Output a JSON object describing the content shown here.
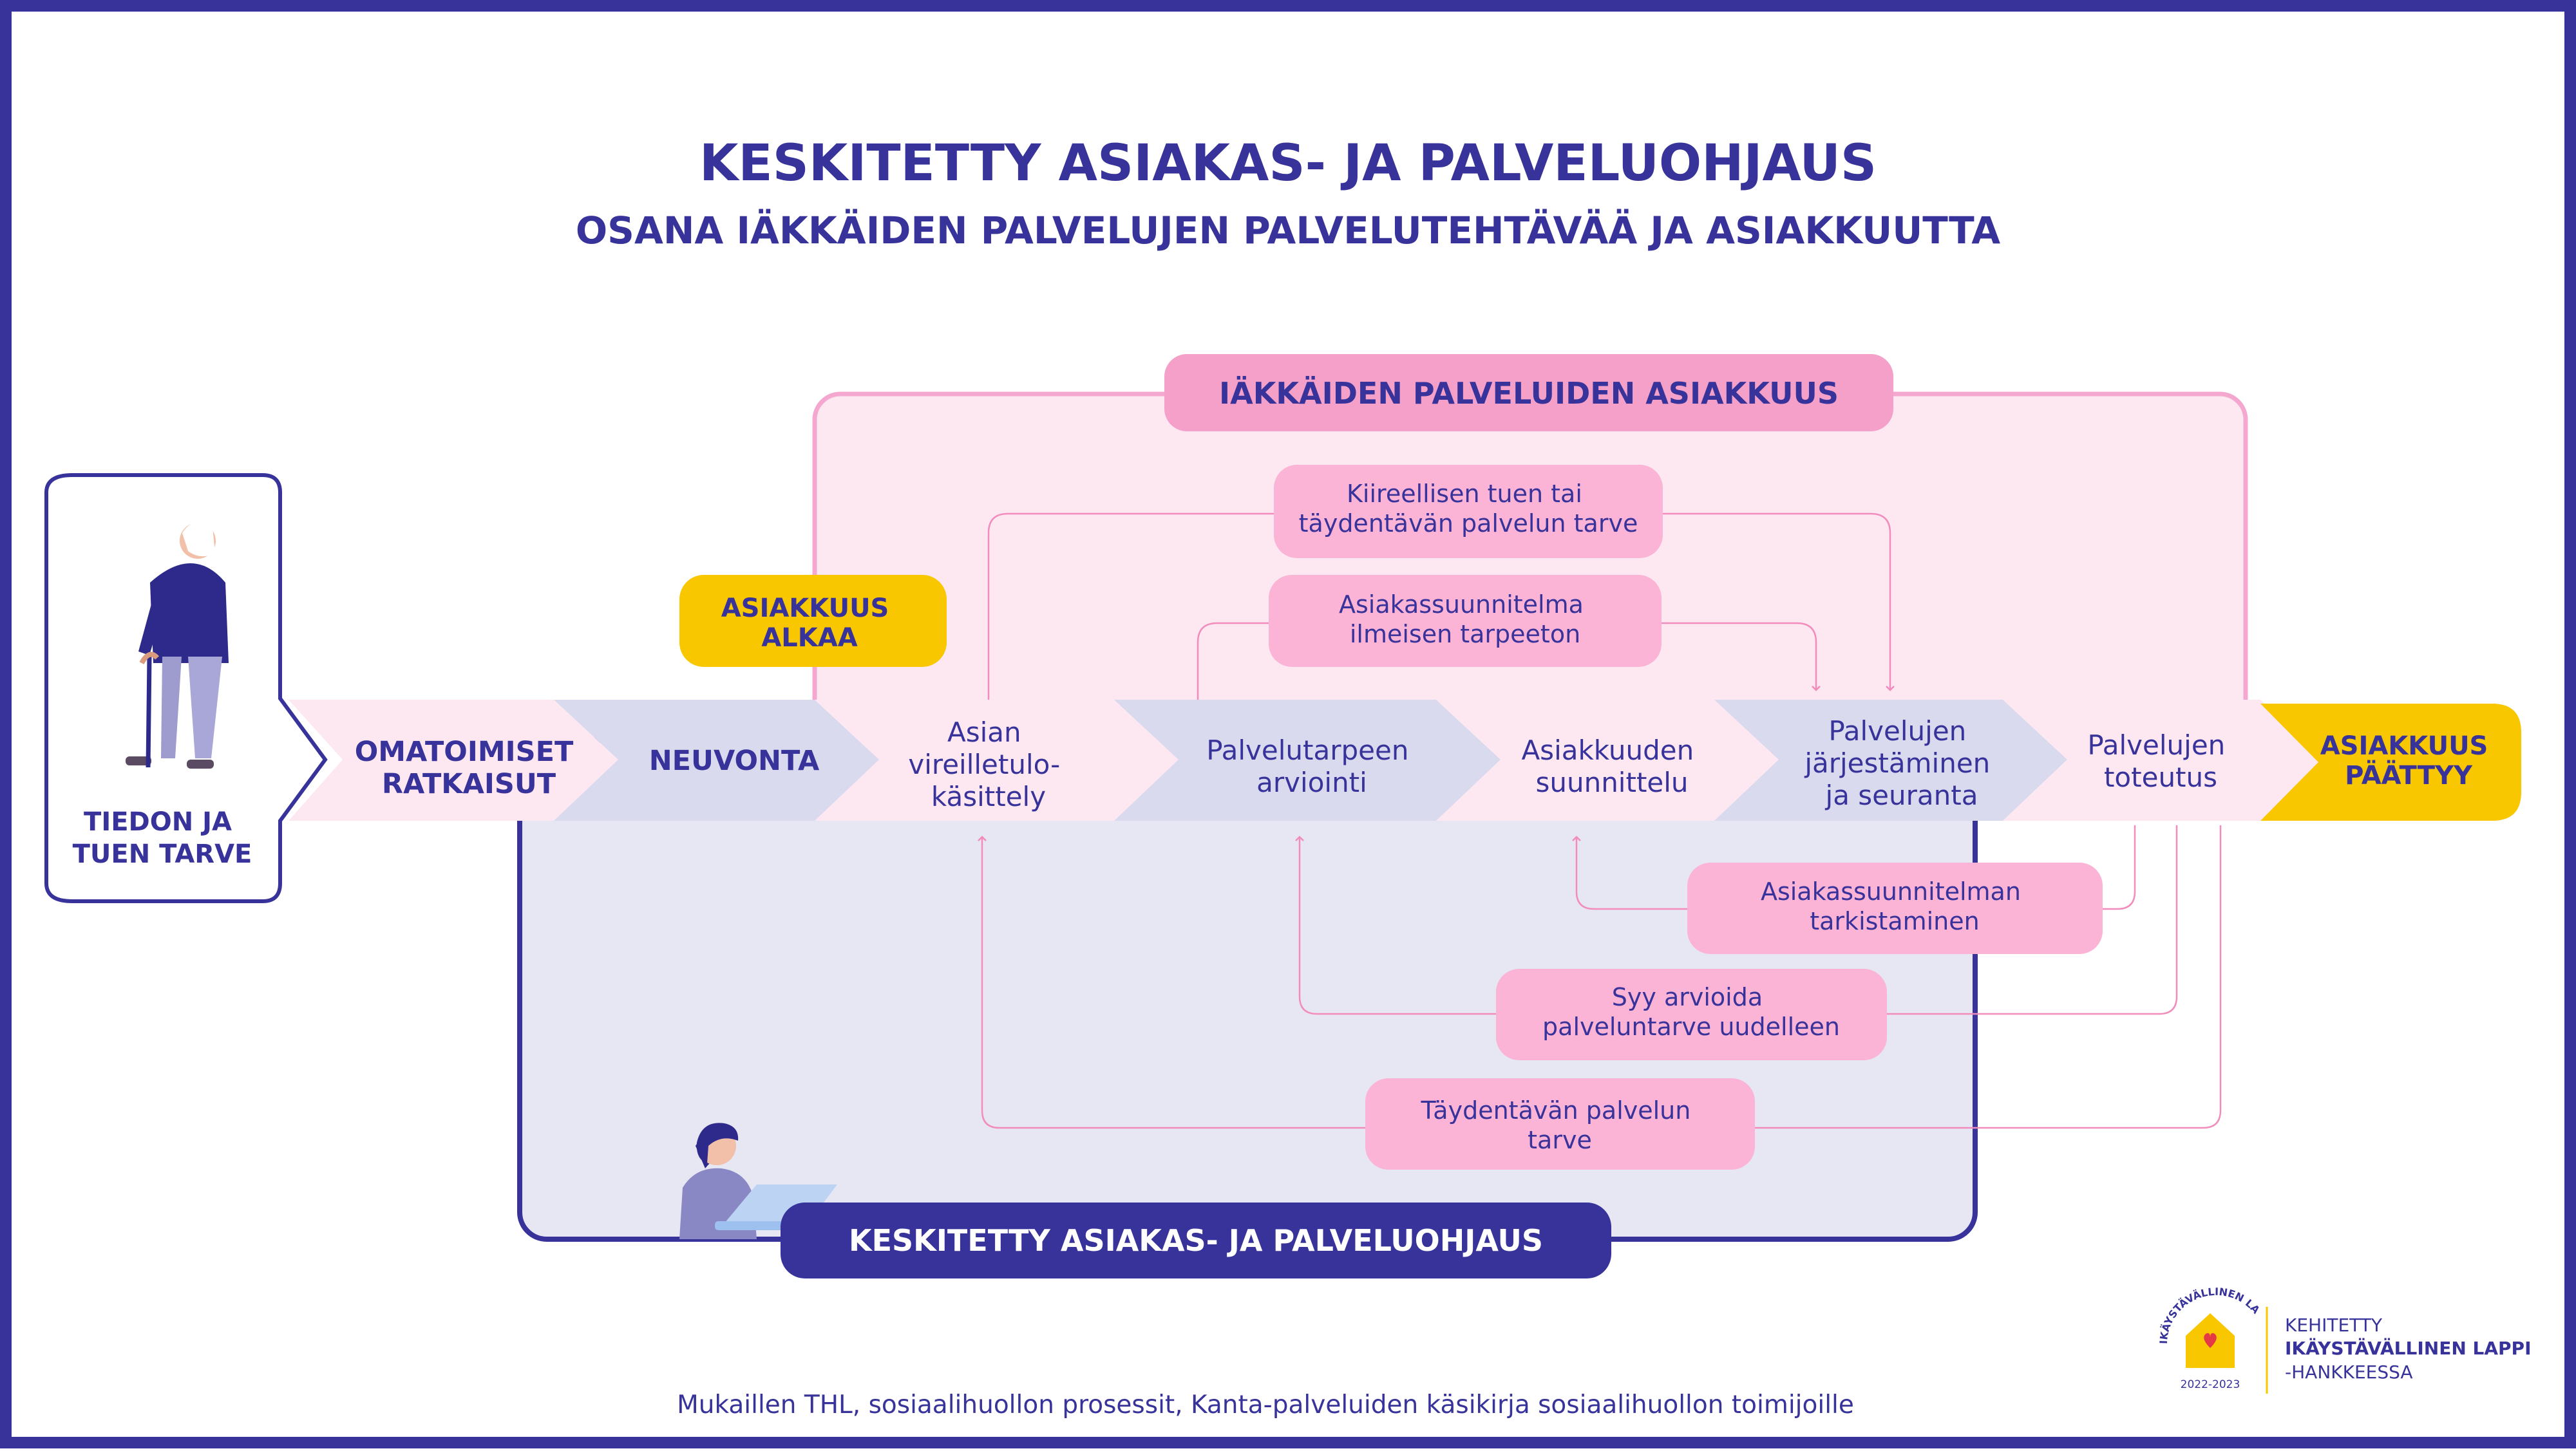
{
  "colors": {
    "navy": "#38339a",
    "pink_light": "#fde8f2",
    "pink_mid": "#f5a8cf",
    "pink_box": "#fbb3d6",
    "lavender": "#e7e6f3",
    "lavender_chev": "#d9daee",
    "yellow": "#f8c700",
    "pink_line": "#f28cbc"
  },
  "header": {
    "title": "KESKITETTY ASIAKAS- JA PALVELUOHJAUS",
    "subtitle": "OSANA IÄKKÄIDEN PALVELUJEN PALVELUTEHTÄVÄÄ JA ASIAKKUUTTA"
  },
  "start_box": {
    "icon": "elderly-person-with-cane",
    "lines": [
      "TIEDON JA",
      "TUEN TARVE"
    ]
  },
  "pink_area": {
    "label": "IÄKKÄIDEN PALVELUIDEN ASIAKKUUS"
  },
  "navy_area": {
    "label": "KESKITETTY ASIAKAS- JA PALVELUOHJAUS",
    "icon": "person-at-laptop"
  },
  "badges": {
    "start": [
      "ASIAKKUUS",
      "ALKAA"
    ],
    "end": [
      "ASIAKKUUS",
      "PÄÄTTYY"
    ]
  },
  "steps": [
    {
      "lines": [
        "OMATOIMISET",
        "RATKAISUT"
      ]
    },
    {
      "lines": [
        "NEUVONTA"
      ]
    },
    {
      "lines": [
        "Asian",
        "vireilletulo-",
        "käsittely"
      ]
    },
    {
      "lines": [
        "Palvelutarpeen",
        "arviointi"
      ]
    },
    {
      "lines": [
        "Asiakkuuden",
        "suunnittelu"
      ]
    },
    {
      "lines": [
        "Palvelujen",
        "järjestäminen",
        "ja seuranta"
      ]
    },
    {
      "lines": [
        "Palvelujen",
        "toteutus"
      ]
    }
  ],
  "loops_top": [
    {
      "lines": [
        "Kiireellisen tuen tai",
        "täydentävän palvelun tarve"
      ]
    },
    {
      "lines": [
        "Asiakassuunnitelma",
        "ilmeisen tarpeeton"
      ]
    }
  ],
  "loops_bottom": [
    {
      "lines": [
        "Asiakassuunnitelman",
        "tarkistaminen"
      ]
    },
    {
      "lines": [
        "Syy arvioida",
        "palveluntarve uudelleen"
      ]
    },
    {
      "lines": [
        "Täydentävän palvelun",
        "tarve"
      ]
    }
  ],
  "footer": {
    "source": "Mukaillen THL, sosiaalihuollon prosessit, Kanta-palveluiden käsikirja sosiaalihuollon toimijoille",
    "logo_emblem": {
      "arc_text": "IKÄYSTÄVÄLLINEN LAPPI",
      "years": "2022-2023"
    },
    "logo_lines": [
      "KEHITETTY",
      "IKÄYSTÄVÄLLINEN LAPPI",
      "-HANKKEESSA"
    ]
  }
}
